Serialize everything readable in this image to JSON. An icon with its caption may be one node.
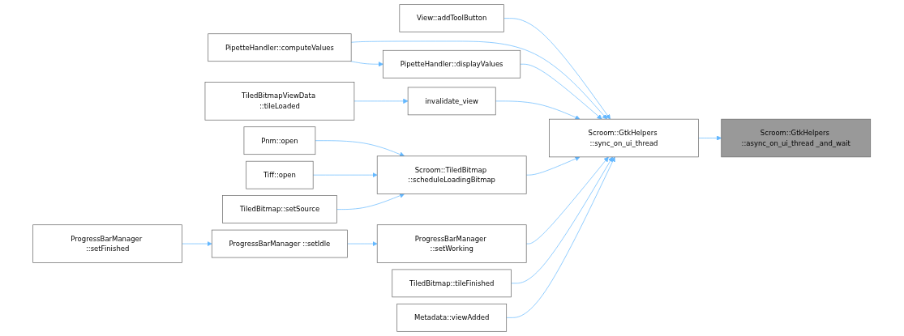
{
  "diagram": {
    "nodes": [
      {
        "text": [
          "Scroom::GtkHelpers ::async_on_ui_thread _and_wait"
        ]
      },
      {
        "text": [
          "Scroom::GtkHelpers ::sync_on_ui_thread"
        ]
      },
      {
        "text": [
          "View::addToolButton"
        ]
      },
      {
        "text": [
          "PipetteHandler::computeValues"
        ]
      },
      {
        "text": [
          "PipetteHandler::displayValues"
        ]
      },
      {
        "text": [
          "TiledBitmapViewData ::tileLoaded"
        ]
      },
      {
        "text": [
          "invalidate_view"
        ]
      },
      {
        "text": [
          "Pnm::open"
        ]
      },
      {
        "text": [
          "Tiff::open"
        ]
      },
      {
        "text": [
          "Scroom::TiledBitmap ::scheduleLoadingBitmap"
        ]
      },
      {
        "text": [
          "TiledBitmap::setSource"
        ]
      },
      {
        "text": [
          "ProgressBarManager ::setWorking"
        ]
      },
      {
        "text": [
          "ProgressBarManager ::setIdle"
        ]
      },
      {
        "text": [
          "ProgressBarManager ::setFinished"
        ]
      },
      {
        "text": [
          "TiledBitmap::tileFinished"
        ]
      },
      {
        "text": [
          "Metadata::viewAdded"
        ]
      }
    ],
    "edges": [
      {
        "from": 1,
        "to": 0,
        "arrow": "to"
      },
      {
        "from": 2,
        "to": 1,
        "arrow": "to"
      },
      {
        "from": 3,
        "to": 1,
        "arrow": "to"
      },
      {
        "from": 3,
        "to": 4,
        "arrow": "to"
      },
      {
        "from": 4,
        "to": 1,
        "arrow": "to"
      },
      {
        "from": 5,
        "to": 6,
        "arrow": "to"
      },
      {
        "from": 6,
        "to": 1,
        "arrow": "to"
      },
      {
        "from": 7,
        "to": 9,
        "arrow": "to"
      },
      {
        "from": 8,
        "to": 9,
        "arrow": "to"
      },
      {
        "from": 10,
        "to": 9,
        "arrow": "to"
      },
      {
        "from": 9,
        "to": 1,
        "arrow": "to"
      },
      {
        "from": 11,
        "to": 1,
        "arrow": "to"
      },
      {
        "from": 12,
        "to": 11,
        "arrow": "to"
      },
      {
        "from": 13,
        "to": 12,
        "arrow": "to"
      },
      {
        "from": 14,
        "to": 1,
        "arrow": "to"
      },
      {
        "from": 15,
        "to": 1,
        "arrow": "to"
      }
    ]
  }
}
